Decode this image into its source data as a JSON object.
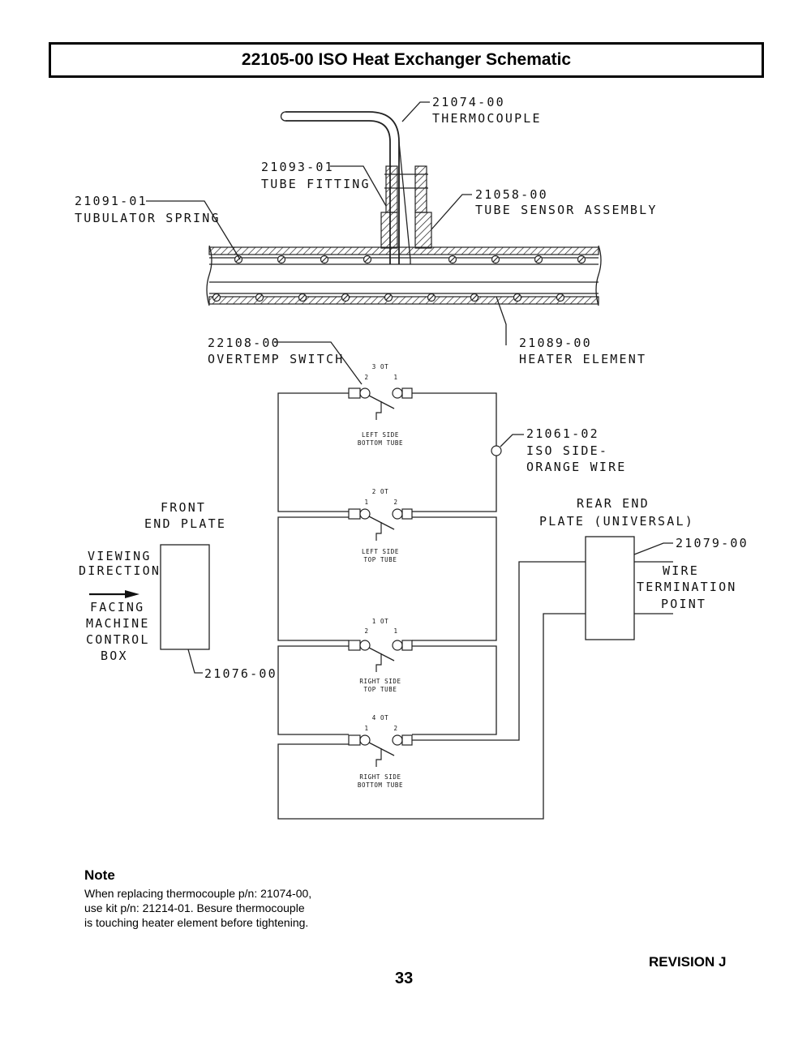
{
  "title": "22105-00  ISO Heat Exchanger Schematic",
  "labels": {
    "thermocouple_pn": "21074-00",
    "thermocouple_name": "THERMOCOUPLE",
    "tube_fitting_pn": "21093-01",
    "tube_fitting_name": "TUBE FITTING",
    "tube_sensor_pn": "21058-00",
    "tube_sensor_name": "TUBE SENSOR ASSEMBLY",
    "tubulator_pn": "21091-01",
    "tubulator_name": "TUBULATOR SPRING",
    "heater_pn": "21089-00",
    "heater_name": "HEATER ELEMENT",
    "overtemp_pn": "22108-00",
    "overtemp_name": "OVERTEMP SWITCH",
    "orange_wire_pn": "21061-02",
    "orange_wire_line1": "ISO SIDE-",
    "orange_wire_line2": "ORANGE WIRE",
    "front_plate_line1": "FRONT",
    "front_plate_line2": "END PLATE",
    "front_plate_pn": "21076-00",
    "viewing_line1": "VIEWING",
    "viewing_line2": "DIRECTION",
    "facing_line1": "FACING",
    "facing_line2": "MACHINE",
    "facing_line3": "CONTROL",
    "facing_line4": "BOX",
    "rear_plate_line1": "REAR END",
    "rear_plate_line2": "PLATE (UNIVERSAL)",
    "rear_plate_pn": "21079-00",
    "wire_term_line1": "WIRE",
    "wire_term_line2": "TERMINATION",
    "wire_term_line3": "POINT"
  },
  "switches": [
    {
      "id": "3 OT",
      "left_terminal": "2",
      "right_terminal": "1",
      "line1": "LEFT SIDE",
      "line2": "BOTTOM TUBE"
    },
    {
      "id": "2 OT",
      "left_terminal": "1",
      "right_terminal": "2",
      "line1": "LEFT SIDE",
      "line2": "TOP TUBE"
    },
    {
      "id": "1 OT",
      "left_terminal": "2",
      "right_terminal": "1",
      "line1": "RIGHT SIDE",
      "line2": "TOP TUBE"
    },
    {
      "id": "4 OT",
      "left_terminal": "1",
      "right_terminal": "2",
      "line1": "RIGHT SIDE",
      "line2": "BOTTOM TUBE"
    }
  ],
  "note": {
    "title": "Note",
    "lines": [
      "When replacing thermocouple p/n: 21074-00,",
      "use kit p/n: 21214-01. Besure thermocouple",
      "is touching heater element before tightening."
    ]
  },
  "revision": "REVISION J",
  "page_number": "33"
}
